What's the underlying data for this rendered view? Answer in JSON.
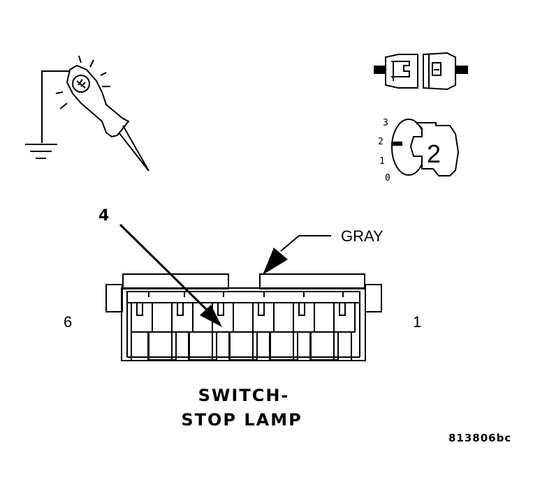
{
  "labels": {
    "callout_number": "4",
    "wire_color": "GRAY",
    "pin_left": "6",
    "pin_right": "1",
    "title_line1": "SWITCH-",
    "title_line2": "STOP LAMP",
    "figure_id": "813806bc"
  },
  "selector_dial": {
    "positions": [
      "3",
      "2",
      "1",
      "0"
    ],
    "selected": "2"
  },
  "icons": [
    "test-light-icon",
    "ground-symbol-icon",
    "connector-plug-icon",
    "selector-dial-icon"
  ]
}
